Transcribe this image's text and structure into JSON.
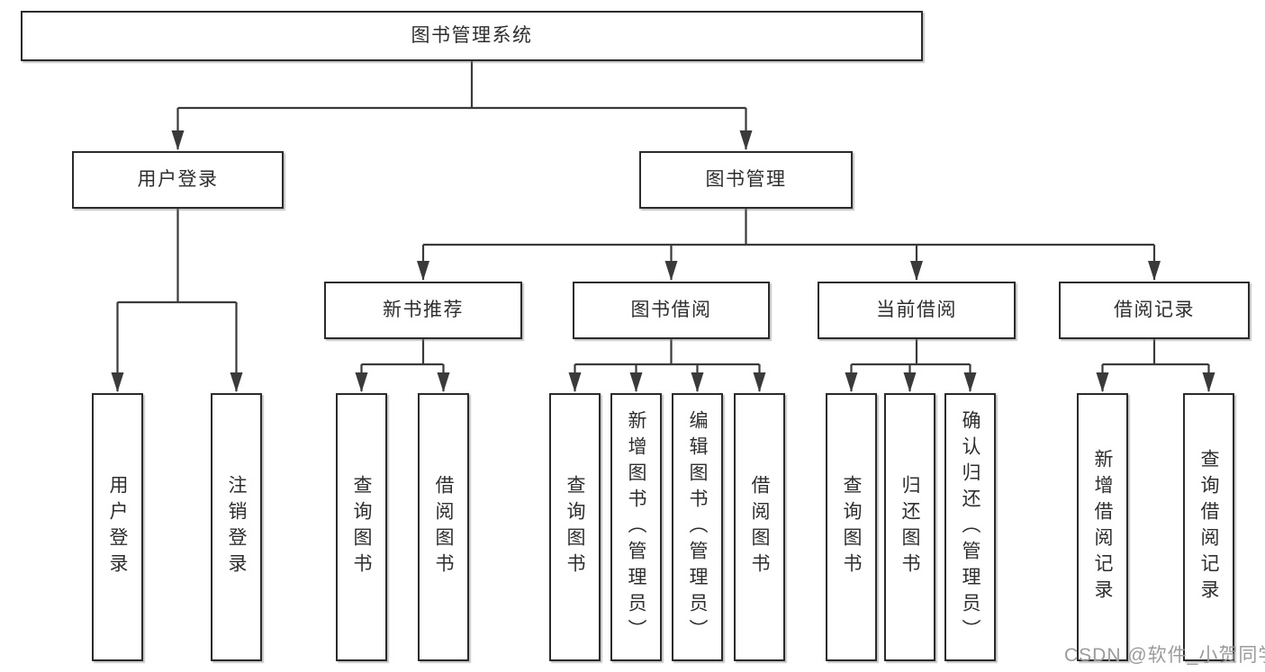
{
  "colors": {
    "line": "#3a3a3a",
    "box-border": "#2b2b2b",
    "text": "#2e2e2e",
    "box-bg": "#ffffff",
    "page-bg": "#ffffff",
    "watermark": "#9b9b9b"
  },
  "watermark": {
    "text": "CSDN @软件_小贺同学"
  },
  "tree": {
    "root": {
      "label": "图书管理系统",
      "children": [
        {
          "label": "用户登录",
          "children": [
            {
              "label": "用户登录"
            },
            {
              "label": "注销登录"
            }
          ]
        },
        {
          "label": "图书管理",
          "children": [
            {
              "label": "新书推荐",
              "children": [
                {
                  "label": "查询图书"
                },
                {
                  "label": "借阅图书"
                }
              ]
            },
            {
              "label": "图书借阅",
              "children": [
                {
                  "label": "查询图书"
                },
                {
                  "label": "新增图书（管理员）"
                },
                {
                  "label": "编辑图书（管理员）"
                },
                {
                  "label": "借阅图书"
                }
              ]
            },
            {
              "label": "当前借阅",
              "children": [
                {
                  "label": "查询图书"
                },
                {
                  "label": "归还图书"
                },
                {
                  "label": "确认归还（管理员）"
                }
              ]
            },
            {
              "label": "借阅记录",
              "children": [
                {
                  "label": "新增借阅记录"
                },
                {
                  "label": "查询借阅记录"
                }
              ]
            }
          ]
        }
      ]
    }
  }
}
